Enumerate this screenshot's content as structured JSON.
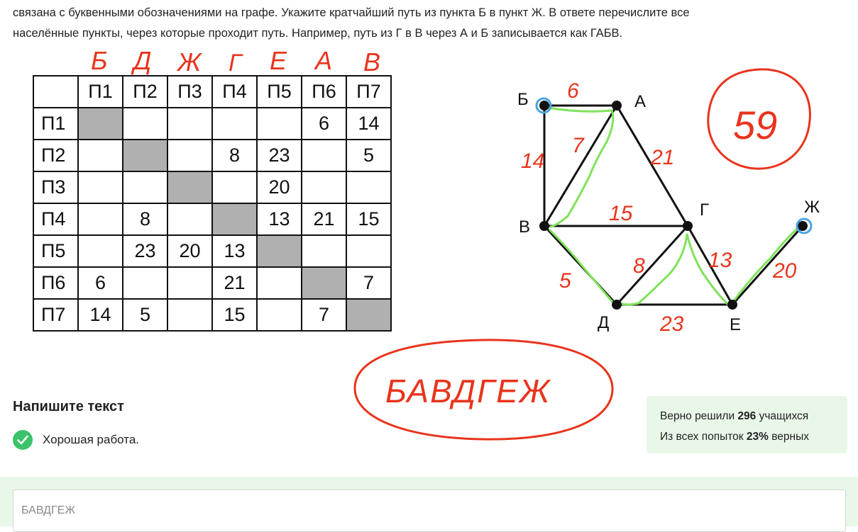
{
  "task": {
    "line1": "связана с буквенными обозначениями на графе. Укажите кратчайший путь из пункта Б в пункт Ж. В ответе перечислите все",
    "line2": "населённые пункты, через которые проходит путь. Например, путь из Г в В через А и Б записывается как ГАБВ."
  },
  "handwritten_letters": [
    "Б",
    "Д",
    "Ж",
    "Г",
    "Е",
    "А",
    "В"
  ],
  "table": {
    "headers": [
      "",
      "П1",
      "П2",
      "П3",
      "П4",
      "П5",
      "П6",
      "П7"
    ],
    "rows": [
      {
        "label": "П1",
        "cells": [
          "",
          "",
          "",
          "",
          "",
          "6",
          "14"
        ]
      },
      {
        "label": "П2",
        "cells": [
          "",
          "",
          "",
          "8",
          "23",
          "",
          "5"
        ]
      },
      {
        "label": "П3",
        "cells": [
          "",
          "",
          "",
          "",
          "20",
          "",
          ""
        ]
      },
      {
        "label": "П4",
        "cells": [
          "",
          "8",
          "",
          "",
          "13",
          "21",
          "15"
        ]
      },
      {
        "label": "П5",
        "cells": [
          "",
          "23",
          "20",
          "13",
          "",
          "",
          ""
        ]
      },
      {
        "label": "П6",
        "cells": [
          "6",
          "",
          "",
          "21",
          "",
          "",
          "7"
        ]
      },
      {
        "label": "П7",
        "cells": [
          "14",
          "5",
          "",
          "15",
          "",
          "7",
          ""
        ]
      }
    ]
  },
  "graph": {
    "nodes": {
      "B_cyr": "Б",
      "A": "А",
      "V": "В",
      "G": "Г",
      "D": "Д",
      "E": "Е",
      "Zh": "Ж"
    },
    "edge_labels": {
      "BA": "6",
      "BV": "14",
      "VA": "7",
      "AG": "21",
      "VG": "15",
      "VD": "5",
      "DG": "8",
      "GE": "13",
      "DE": "23",
      "EZh": "20"
    }
  },
  "annotations": {
    "score": "59",
    "answer_handwritten": "БАВДГЕЖ"
  },
  "section": {
    "title": "Напишите текст"
  },
  "feedback": {
    "text": "Хорошая работа."
  },
  "stats": {
    "solved_prefix": "Верно решили ",
    "solved_count": "296",
    "solved_suffix": " учащихся",
    "attempts_prefix": "Из всех попыток ",
    "attempts_pct": "23%",
    "attempts_suffix": " верных"
  },
  "input": {
    "value": "БАВДГЕЖ"
  },
  "colors": {
    "handwriting": "#e8341c",
    "path": "#7fe25a",
    "endpoint": "#4aa3e0",
    "success": "#3cc26a",
    "panel": "#e9f7e9"
  }
}
